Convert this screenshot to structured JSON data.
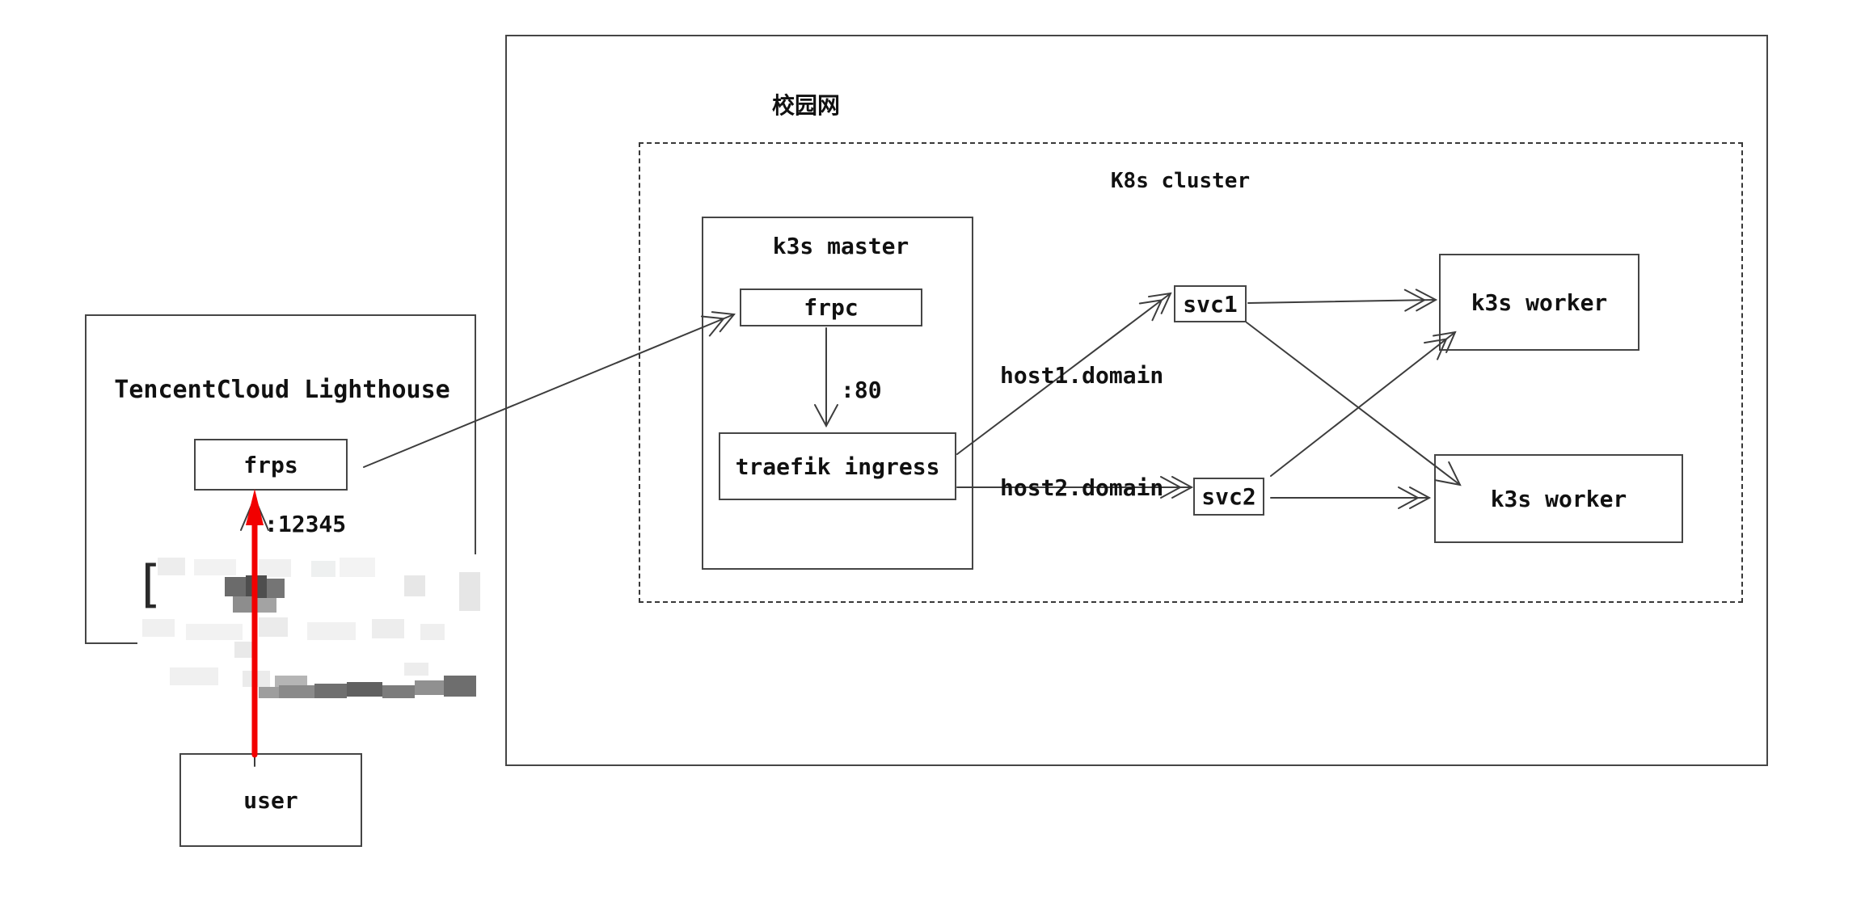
{
  "diagram": {
    "groups": {
      "campus": {
        "label": "校园网"
      },
      "k8s_cluster": {
        "label": "K8s cluster"
      },
      "k3s_master": {
        "label": "k3s master"
      },
      "tencent": {
        "label": "TencentCloud Lighthouse"
      }
    },
    "nodes": {
      "frpc": {
        "label": "frpc"
      },
      "traefik": {
        "label": "traefik ingress"
      },
      "svc1": {
        "label": "svc1"
      },
      "svc2": {
        "label": "svc2"
      },
      "worker1": {
        "label": "k3s worker"
      },
      "worker2": {
        "label": "k3s worker"
      },
      "frps": {
        "label": "frps"
      },
      "user": {
        "label": "user"
      }
    },
    "edge_labels": {
      "frpc_port": ":80",
      "frps_port": ":12345",
      "host1": "host1.domain",
      "host2": "host2.domain"
    },
    "redaction": {
      "bracket": "["
    },
    "colors": {
      "line": "#3d3d3d",
      "text": "#111111",
      "red_arrow": "#f20000",
      "background": "#ffffff"
    }
  }
}
